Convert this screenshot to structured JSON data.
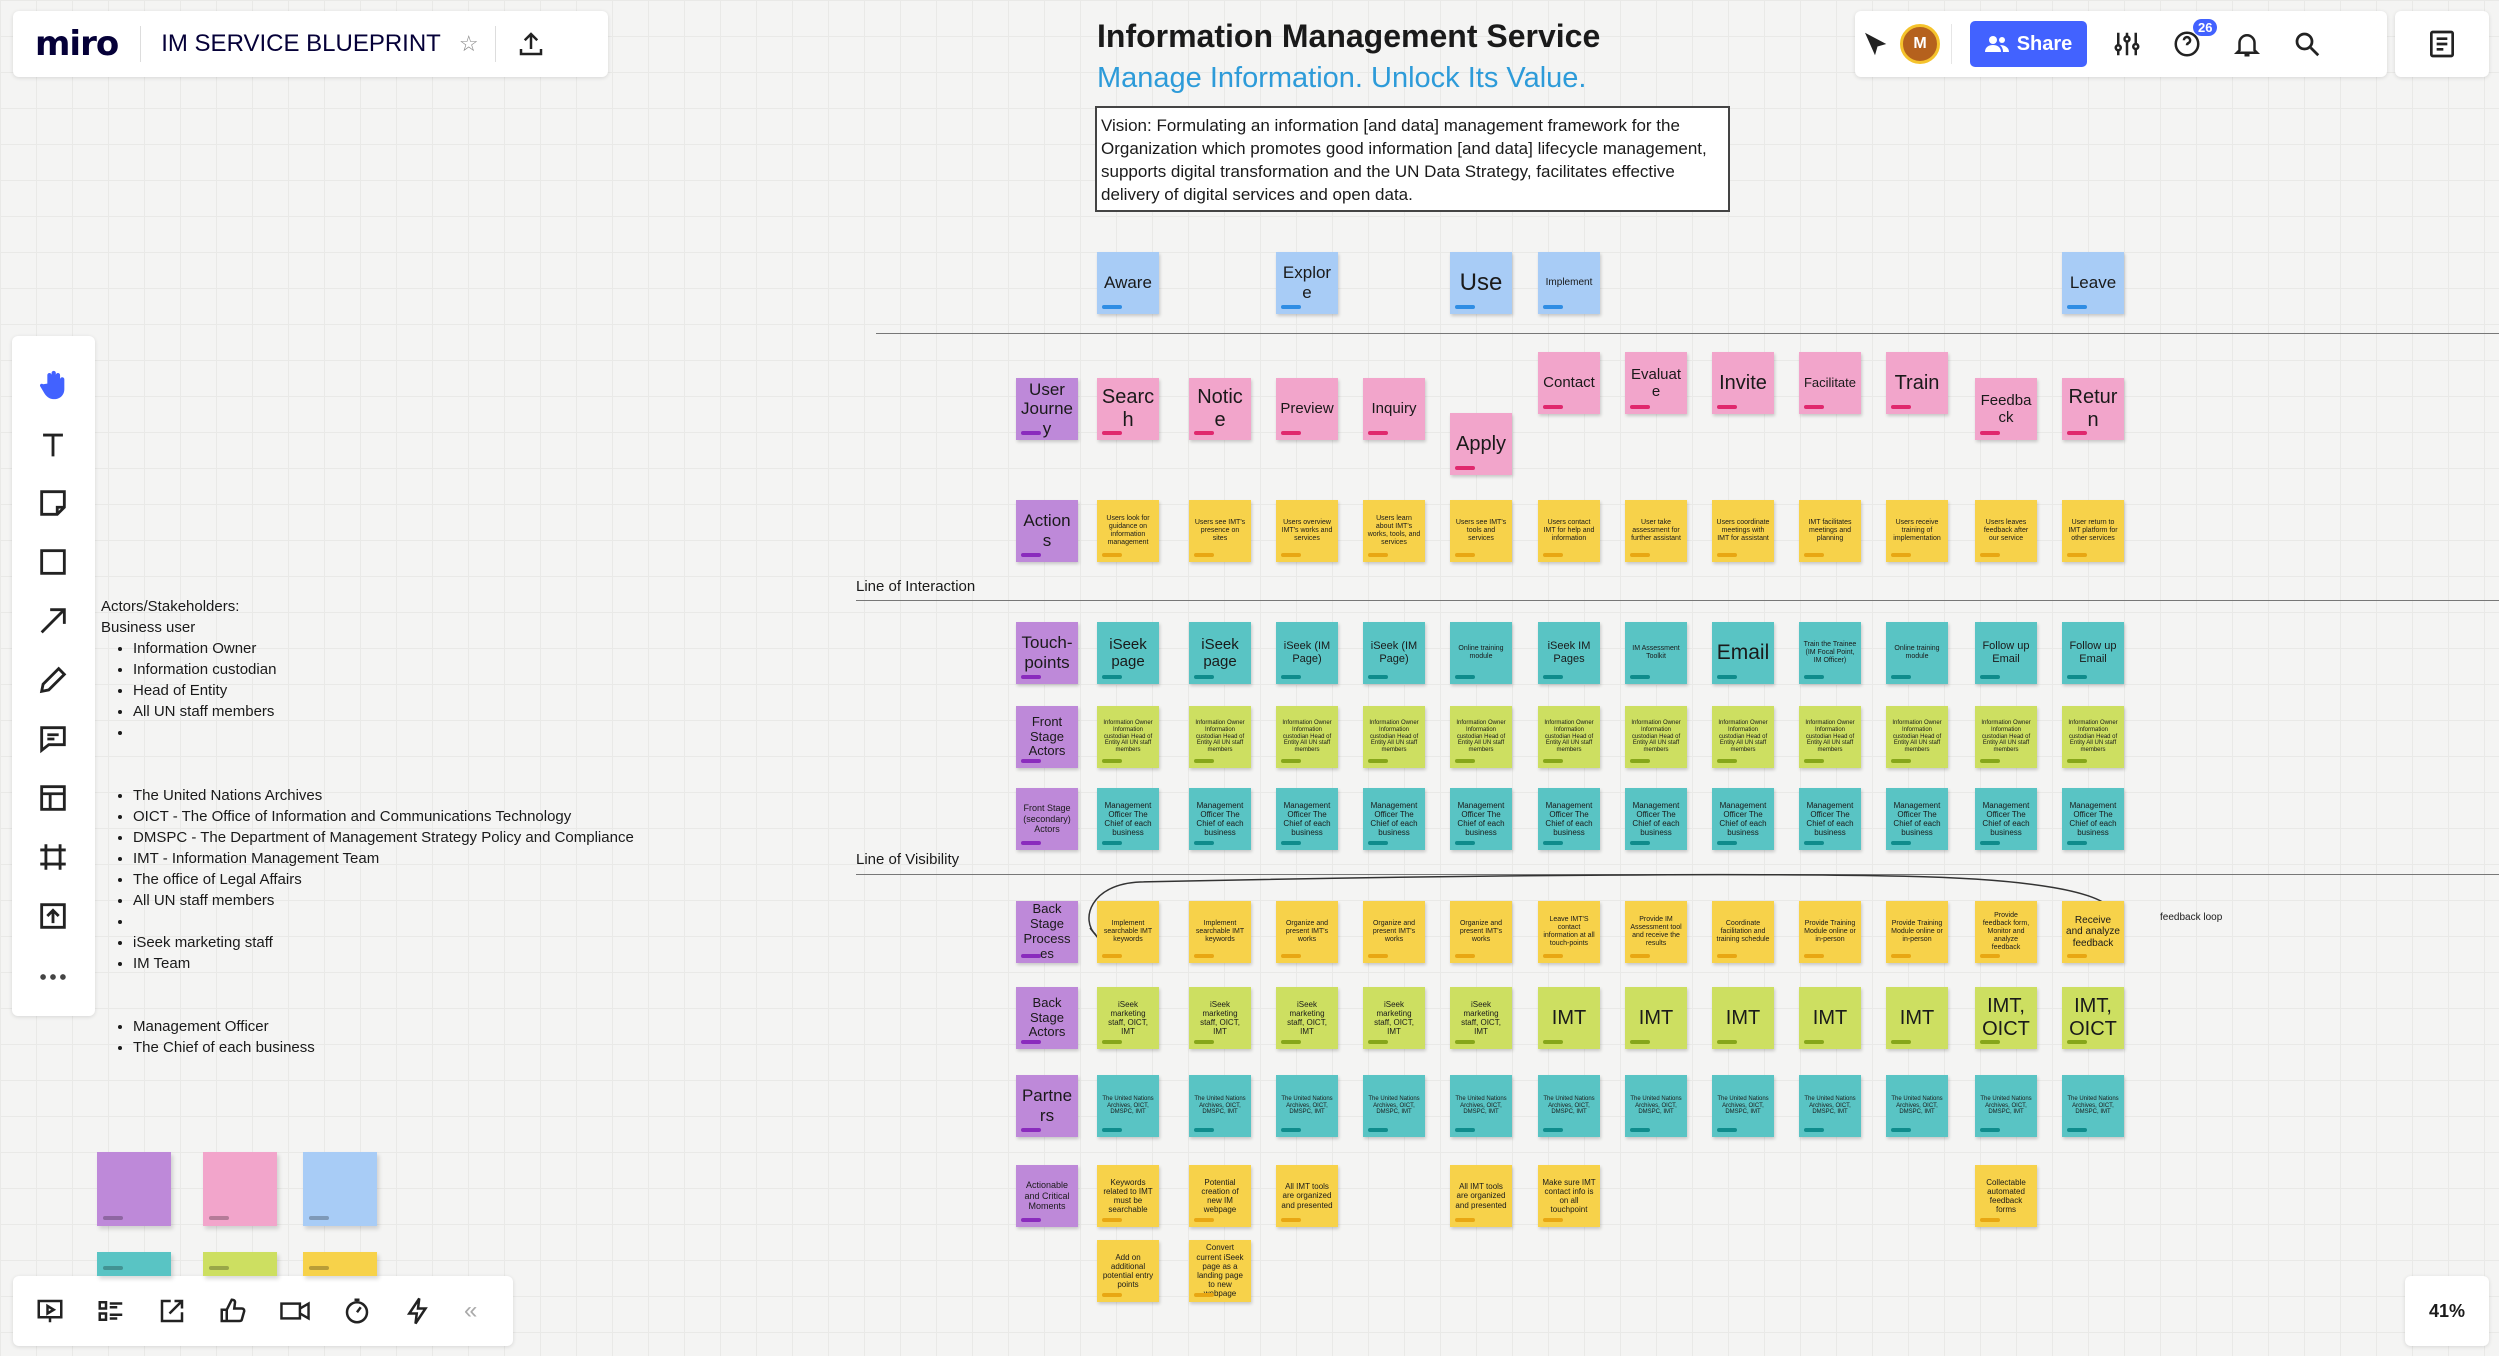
{
  "app": {
    "logo": "miro",
    "board_name": "IM SERVICE BLUEPRINT",
    "share_label": "Share",
    "notification_count": "26",
    "avatar_initial": "M",
    "zoom": "41%"
  },
  "board": {
    "title": "Information Management Service",
    "subtitle": "Manage Information. Unlock Its Value.",
    "vision": "Vision: Formulating an information [and data] management framework for the Organization which promotes good information [and data] lifecycle management, supports digital transformation and the UN Data Strategy, facilitates effective delivery of digital services and open data.",
    "line_interaction": "Line of Interaction",
    "line_visibility": "Line of Visibility",
    "feedback_loop": "feedback loop"
  },
  "actors": {
    "heading": "Actors/Stakeholders:",
    "subheading": "Business user",
    "group1": [
      "Information Owner",
      "Information custodian",
      "Head of Entity",
      "All UN staff members",
      ""
    ],
    "group2": [
      "The United Nations Archives",
      "OICT - The Office of Information and Communications Technology",
      "DMSPC - The Department of Management Strategy Policy and Compliance",
      "IMT - Information Management Team",
      "The office of Legal Affairs",
      "All UN staff members",
      "",
      "iSeek marketing staff",
      "IM Team"
    ],
    "group3": [
      "Management Officer",
      "The Chief of each business"
    ]
  },
  "phases": [
    "Aware",
    "Explore",
    "Use",
    "Implement",
    "Leave"
  ],
  "row_labels": [
    "User Journey",
    "Actions",
    "Touch-points",
    "Front Stage Actors",
    "Front Stage (secondary) Actors",
    "Back Stage Processes",
    "Back Stage Actors",
    "Partners",
    "Actionable and Critical Moments"
  ],
  "journey": [
    "Search",
    "Notice",
    "Preview",
    "Inquiry",
    "Apply",
    "Contact",
    "Evaluate",
    "Invite",
    "Facilitate",
    "Train",
    "Feedback",
    "Return"
  ],
  "actions": [
    "Users look for guidance on information management",
    "Users see IMT's presence on sites",
    "Users overview IMT's works and services",
    "Users learn about IMT's works, tools, and services",
    "Users see IMT's tools and services",
    "Users contact IMT for help and information",
    "User take assessment for further assistant",
    "Users coordinate meetings with IMT for assistant",
    "IMT facilitates meetings and planning",
    "Users receive training of implementation",
    "Users leaves feedback after our service",
    "User return to IMT platform for other services"
  ],
  "touchpoints": [
    "iSeek page",
    "iSeek page",
    "iSeek (IM Page)",
    "iSeek (IM Page)",
    "Online training module",
    "iSeek IM Pages",
    "IM Assessment Toolkit",
    "Email",
    "Train the Trainee (IM Focal Point, IM Officer)",
    "Online training module",
    "Follow up Email",
    "Follow up Email"
  ],
  "front_actors_text": "Information Owner Information custodian Head of Entity All UN staff members",
  "secondary_actors_text": "Management Officer The Chief of each business",
  "backstage_processes": [
    "Implement searchable IMT keywords",
    "Implement searchable IMT keywords",
    "Organize and present IMT's works",
    "Organize and present IMT's works",
    "Organize and present IMT's works",
    "Leave IMT'S contact information at all touch-points",
    "Provide IM Assessment tool and receive the results",
    "Coordinate facilitation and training schedule",
    "Provide Training Module online or in-person",
    "Provide Training Module online or in-person",
    "Provide feedback form, Monitor and analyze feedback",
    "Receive and analyze feedback"
  ],
  "backstage_actors": [
    "iSeek marketing staff, OICT, IMT",
    "iSeek marketing staff, OICT, IMT",
    "iSeek marketing staff, OICT, IMT",
    "iSeek marketing staff, OICT, IMT",
    "iSeek marketing staff, OICT, IMT",
    "IMT",
    "IMT",
    "IMT",
    "IMT",
    "IMT",
    "IMT, OICT",
    "IMT, OICT"
  ],
  "partners_text": "The United Nations Archives, OICT, DMSPC, IMT",
  "critical_row1": [
    {
      "col": 0,
      "text": "Keywords related to IMT must be searchable"
    },
    {
      "col": 1,
      "text": "Potential creation of new IM webpage"
    },
    {
      "col": 2,
      "text": "All IMT tools are organized and presented"
    },
    {
      "col": 4,
      "text": "All IMT tools are organized and presented"
    },
    {
      "col": 5,
      "text": "Make sure IMT contact info is on all touchpoint"
    },
    {
      "col": 10,
      "text": "Collectable automated feedback forms"
    }
  ],
  "critical_row2": [
    {
      "col": 0,
      "text": "Add on additional potential entry points"
    },
    {
      "col": 1,
      "text": "Convert current iSeek page as a landing page to new webpage"
    }
  ]
}
